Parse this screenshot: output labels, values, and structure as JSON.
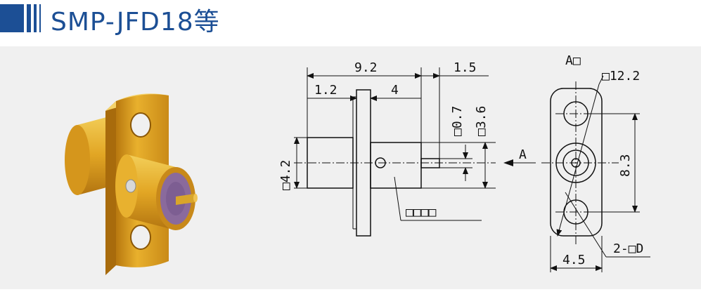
{
  "header": {
    "title": "SMP-JFD18等"
  },
  "drawing": {
    "dims": {
      "total_length": "9.2",
      "tail_length": "1.5",
      "front_length": "1.2",
      "rear_length": "4",
      "pin_dia": "□0.7",
      "rear_dia": "□3.6",
      "front_dia": "□4.2",
      "flange_height": "8.3",
      "flange_width": "4.5",
      "hole_spacing": "□12.2",
      "holes": "2-□D"
    },
    "view_label": "A□",
    "arrow_label": "A",
    "callout_text": "□□□□"
  },
  "colors": {
    "brand": "#1c4f95",
    "gold": "#e0a526",
    "panel": "#f0f0f0"
  }
}
